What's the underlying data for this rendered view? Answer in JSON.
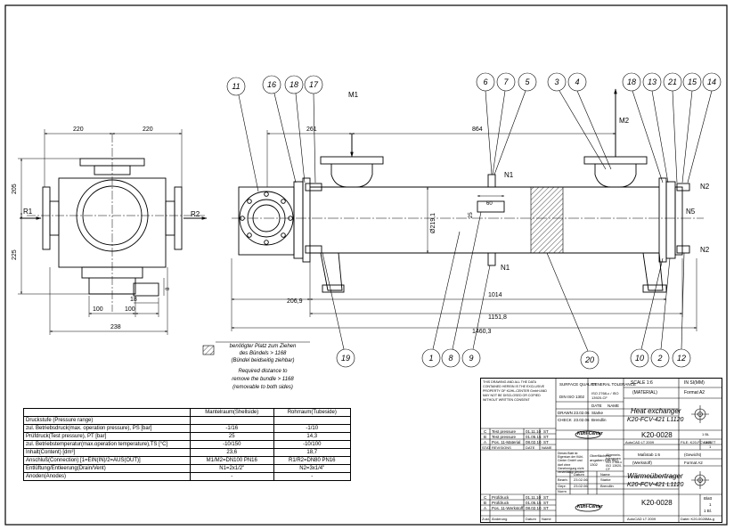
{
  "drawing": {
    "balloons": {
      "b1": "1",
      "b2": "2",
      "b3": "3",
      "b4": "4",
      "b5": "5",
      "b6": "6",
      "b7": "7",
      "b8": "8",
      "b9": "9",
      "b10": "10",
      "b11": "11",
      "b12": "12",
      "b13": "13",
      "b14": "14",
      "b15": "15",
      "b16": "16",
      "b17": "17",
      "b18": "18",
      "b18b": "18",
      "b19": "19",
      "b20": "20",
      "b21": "21"
    },
    "nozzles": {
      "m1": "M1",
      "m2": "M2",
      "r1": "R1",
      "r2": "R2",
      "n1_top": "N1",
      "n1_bottom": "N1",
      "n2_top": "N2",
      "n2_bottom": "N2",
      "n5": "N5"
    },
    "dimensions": {
      "d220a": "220",
      "d220b": "220",
      "d205": "205",
      "d225": "225",
      "d18": "18",
      "d100a": "100",
      "d100b": "100",
      "d238": "238",
      "d261": "261",
      "d864": "864",
      "d2069": "206,9",
      "d1014": "1014",
      "d11518": "1151,8",
      "d14603": "1460,3",
      "dia": "Ø219,1",
      "d25": "25",
      "d60": "60",
      "d8": "8"
    },
    "note": {
      "de_line1": "benötigter Platz zum Ziehen",
      "de_line2": "des Bündels > 1168",
      "de_line3": "(Bündel beidseitig ziehbar)",
      "en_line1": "Required distance to",
      "en_line2": "remove the bundle > 1168",
      "en_line3": "(removable to both sides)"
    }
  },
  "data_table": {
    "headers": [
      "",
      "Mantelraum(Shellside)",
      "Rohrraum(Tubeside)"
    ],
    "rows": [
      [
        "Druckstufe (Pressure range)",
        "",
        ""
      ],
      [
        "zul. Betriebsdruck(max. operation pressure), PS [bar]",
        "-1/16",
        "-1/10"
      ],
      [
        "Prüfdruck(Test pressure), PT [bar]",
        "25",
        "14,3"
      ],
      [
        "zul. Betriebstemperatur(max.operation temperature),TS [°C]",
        "-10/150",
        "-10/100"
      ],
      [
        "Inhalt(Content) [dm³]",
        "23,6",
        "18,7"
      ],
      [
        "Anschluß(Connection) [1=EIN(IN)/2=AUS(OUT)]",
        "M1/M2=DN100 PN16",
        "R1/R2=DN80 PN16"
      ],
      [
        "Entlüftung/Entleerung(Drain/Vent)",
        "N1=2x1/2\"",
        "N2=3x1/4\""
      ],
      [
        "Anoden(Anodes)",
        "-",
        "-"
      ]
    ]
  },
  "title_block": {
    "disclaimer": "THIS DRAWING AND ALL THE DATA CONTAINED HEREIN IS THE EXCLUSIVE PROPERTY OF KÜHL-CENTER GmbH AND MAY NOT BE DISCLOSED OR COPIED WITHOUT WRITTEN CONSENT",
    "surface_quality_label": "SURFACE QUALITY",
    "surface_quality_value": "DIN ISO 1302",
    "general_tolerance_label": "GENERAL TOLERANCE",
    "general_tolerance_value": "ISO 2768-c / ISO 13920-CF",
    "scale_label": "SCALE 1:6",
    "units_label": "IN SI(MM)",
    "date_label": "DATE",
    "name_label": "NAME",
    "drawn_label": "DRAWN",
    "check_label": "CHECK",
    "drawn_date": "23.02.06",
    "drawn_name": "Starke",
    "check_date": "23.02.06",
    "check_name": "Brendlin",
    "material_label": "(MATERIAL)",
    "format_en": "Format A2",
    "title_en_1": "Heat exchanger",
    "title_en_2": "K20-FCV-421 L1120",
    "rev_c": "C",
    "rev_b": "B",
    "rev_a": "A",
    "rev_c_desc": "Test pressure",
    "rev_b_desc": "Test pressure",
    "rev_a_desc": "Pos. 11-Material",
    "rev_c_date": "01.11.10",
    "rev_b_date": "01.05.15",
    "rev_a_date": "08.02.10",
    "rev_c_name": "ST",
    "rev_b_name": "ST",
    "rev_a_name": "ST",
    "rev_head_1": "STAT",
    "rev_head_2": "REVISIONS",
    "rev_head_3": "DATE",
    "rev_head_4": "NAME",
    "company_logo": "Kühl-Center",
    "autocad_label": "AutoCAD LT 2009",
    "file_label": "FILE: K20-FCV-421",
    "sheet_label": "SHEET",
    "sheet_value": "1",
    "sheet_of": "1 BL",
    "drawing_no": "K20-0028",
    "de_disclaimer": "Dieses Blatt ist Eigentum der Kühl-Center GmbH und darf ohne Genehmigung nicht vervielfältigt werden",
    "de_surface": "Oberflächen-angaben DIN ISO 1302",
    "de_tolerance": "Allgemein-toleranzen ISO 2768-c ISO 13920-CF",
    "de_scale": "Maßstab 1:6",
    "de_dimension": "(Gewicht)",
    "de_drawn": "Bearb.",
    "de_check": "Gepr.",
    "de_norm": "Norm",
    "de_date_label": "Datum",
    "de_name_label": "Name",
    "de_material": "(Werkstoff)",
    "format_de": "Format A2",
    "title_de_1": "Wärmeübertrager",
    "title_de_2": "K20-FCV-421 L1120",
    "de_rev_c_desc": "Prüfdruck",
    "de_rev_b_desc": "Prüfdruck",
    "de_rev_a_desc": "Pos. 11-Werkstoff",
    "de_rev_head_1": "Zust.",
    "de_rev_head_2": "Änderung",
    "de_rev_head_3": "Datum",
    "de_rev_head_4": "Name",
    "de_blatt": "Blatt",
    "de_blatt_value": "1",
    "de_blatt_of": "1 Bl.",
    "de_drawing_no": "K20-0028",
    "de_file_label": "Datei: K20-0028Ma-g"
  }
}
